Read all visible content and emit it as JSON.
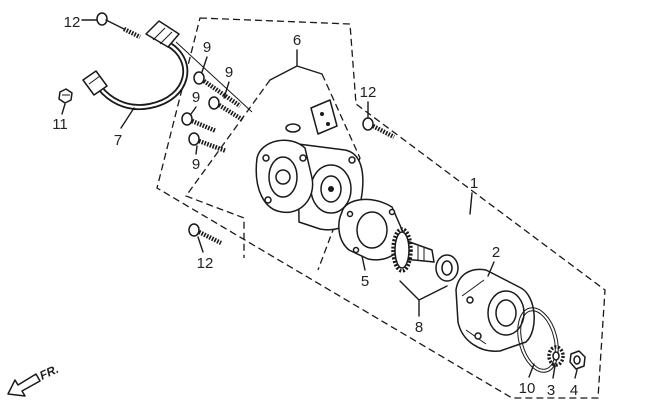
{
  "callouts": [
    "12",
    "11",
    "7",
    "9",
    "9",
    "9",
    "9",
    "6",
    "12",
    "1",
    "12",
    "5",
    "2",
    "8",
    "10",
    "3",
    "4"
  ],
  "direction_label": "FR."
}
